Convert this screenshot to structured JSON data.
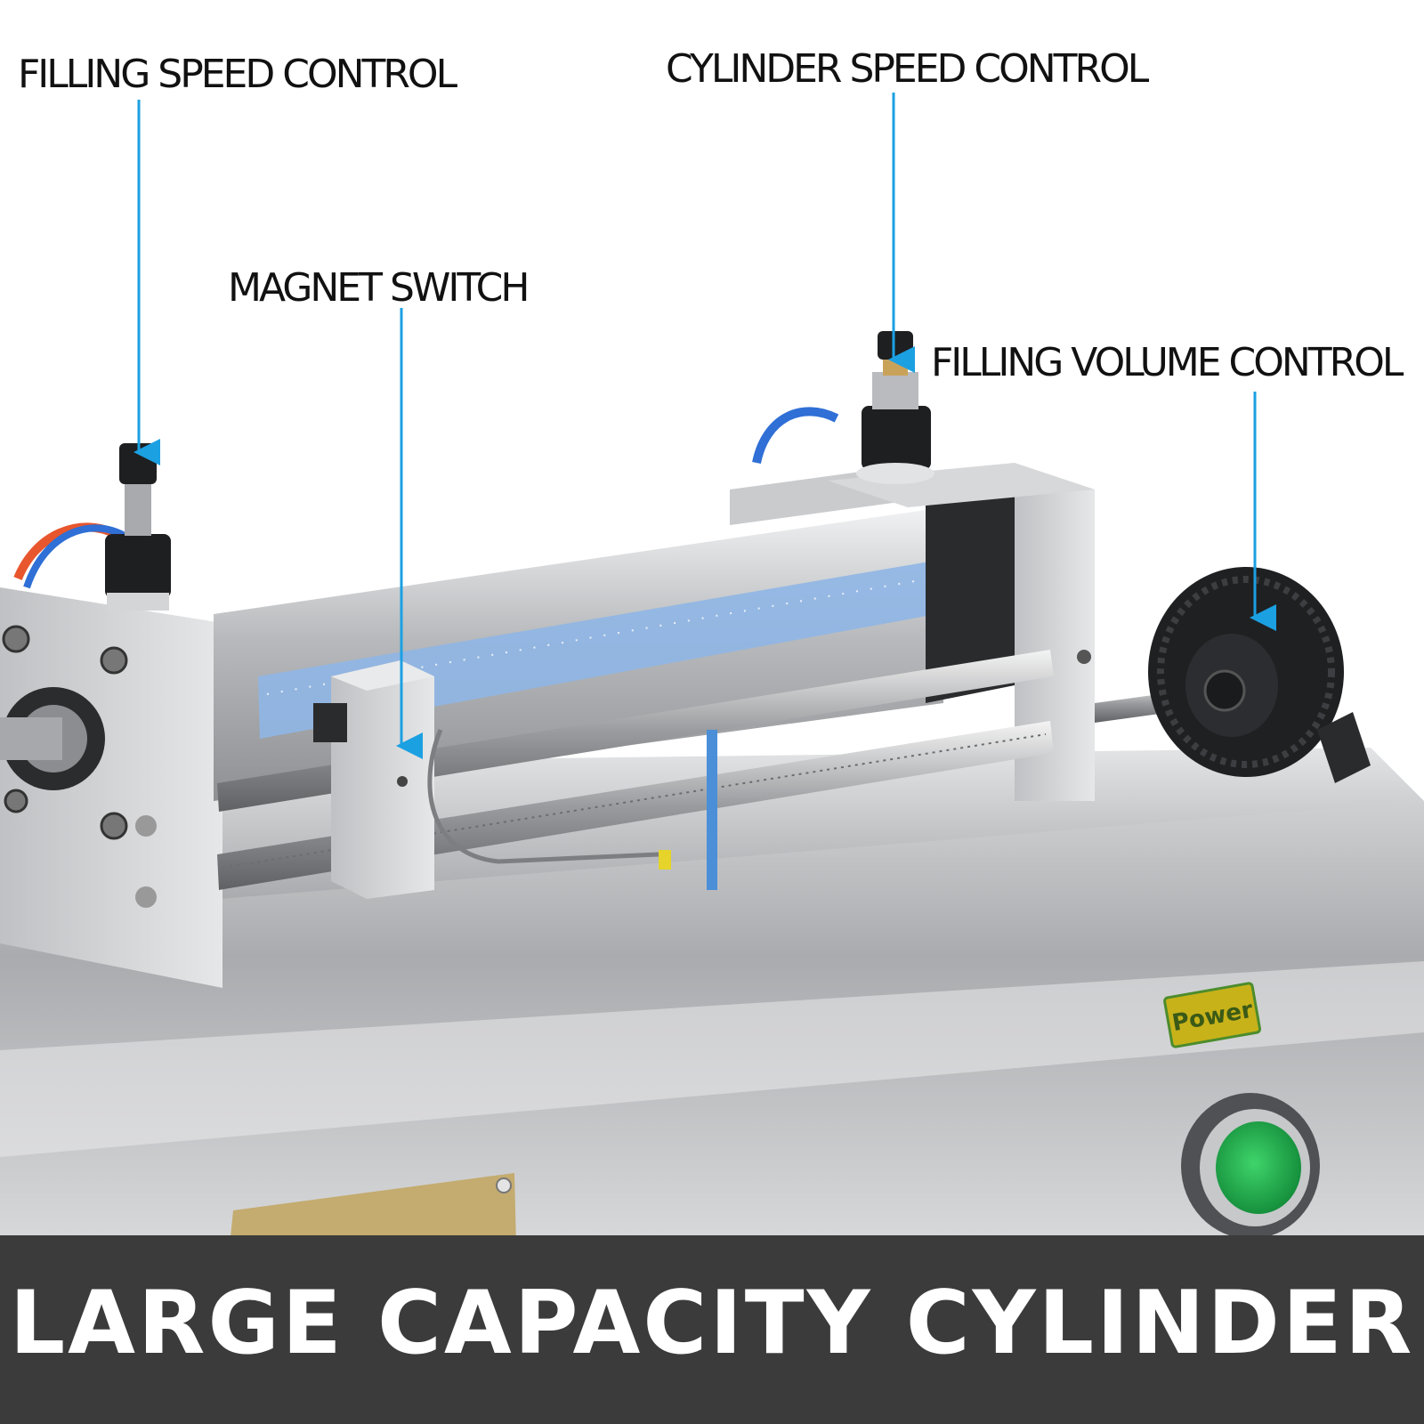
{
  "callouts": {
    "filling_speed": "FILLING SPEED CONTROL",
    "cylinder_speed": "CYLINDER SPEED CONTROL",
    "magnet_switch": "MAGNET SWITCH",
    "filling_volume": "FILLING VOLUME CONTROL"
  },
  "panel": {
    "power_label": "Power"
  },
  "banner": {
    "title": "LARGE CAPACITY CYLINDER"
  },
  "colors": {
    "arrow": "#1ba0e2",
    "banner": "#3b3b3b",
    "power_button": "#1fa44a",
    "power_label_bg": "#c8b21a"
  }
}
